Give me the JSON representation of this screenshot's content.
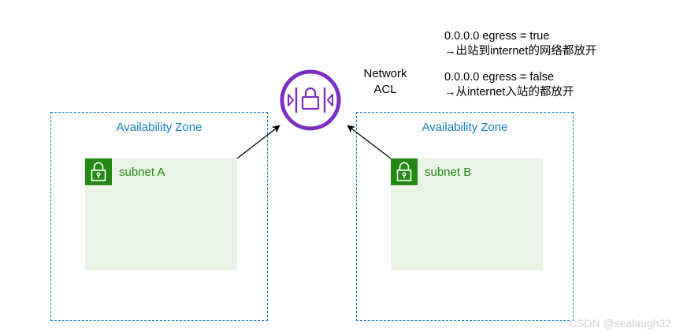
{
  "zones": [
    {
      "label": "Availability Zone",
      "subnet": {
        "label": "subnet A"
      }
    },
    {
      "label": "Availability Zone",
      "subnet": {
        "label": "subnet B"
      }
    }
  ],
  "acl": {
    "label_line1": "Network",
    "label_line2": "ACL"
  },
  "notes": {
    "true_line1": "0.0.0.0 egress = true",
    "true_line2": "→出站到internet的网络都放开",
    "false_line1": "0.0.0.0 egress = false",
    "false_line2": "→从internet入站的都放开"
  },
  "watermark": "CSDN @sealaugh32",
  "colors": {
    "zone_border": "#147eba",
    "subnet_fill": "#e9f3e6",
    "subnet_accent": "#248814",
    "acl_purple": "#7b2fbf"
  },
  "icons": {
    "subnet": "lock-icon",
    "acl": "network-acl-icon"
  }
}
